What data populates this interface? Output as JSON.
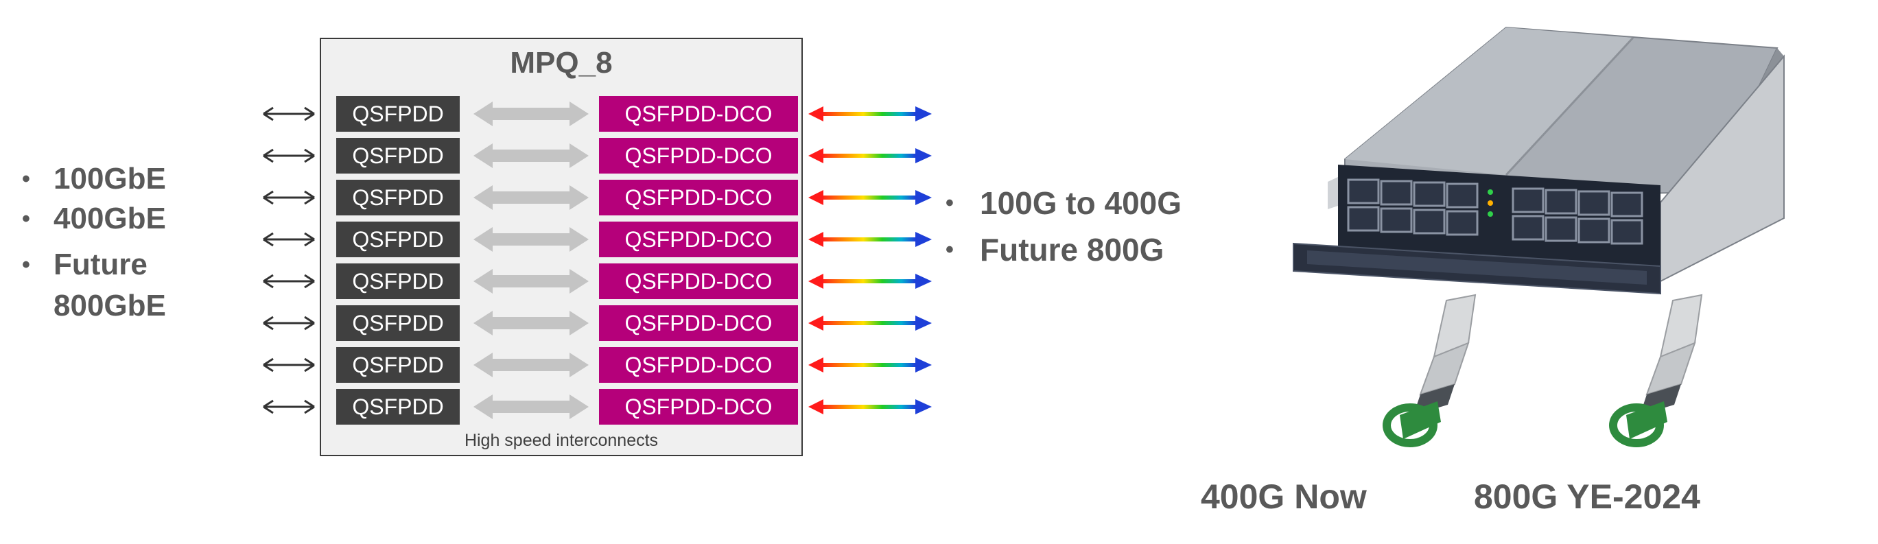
{
  "left_bullets": [
    "100GbE",
    "400GbE",
    "Future 800GbE"
  ],
  "mpq": {
    "title": "MPQ_8",
    "caption": "High speed interconnects",
    "rows": [
      {
        "left": "QSFPDD",
        "right": "QSFPDD-DCO"
      },
      {
        "left": "QSFPDD",
        "right": "QSFPDD-DCO"
      },
      {
        "left": "QSFPDD",
        "right": "QSFPDD-DCO"
      },
      {
        "left": "QSFPDD",
        "right": "QSFPDD-DCO"
      },
      {
        "left": "QSFPDD",
        "right": "QSFPDD-DCO"
      },
      {
        "left": "QSFPDD",
        "right": "QSFPDD-DCO"
      },
      {
        "left": "QSFPDD",
        "right": "QSFPDD-DCO"
      },
      {
        "left": "QSFPDD",
        "right": "QSFPDD-DCO"
      }
    ]
  },
  "right_bullets": [
    "100G to 400G",
    "Future 800G"
  ],
  "modules": [
    {
      "caption": "400G Now",
      "module_color": "#2e8b3e"
    },
    {
      "caption": "800G YE-2024",
      "module_color": "#2e8b3e"
    }
  ],
  "colors": {
    "qsfpdd": "#404040",
    "dco": "#b5007a",
    "box_bg": "#f0f0f0",
    "text_gray": "#595959",
    "gray_arrow": "#c4c4c4"
  }
}
